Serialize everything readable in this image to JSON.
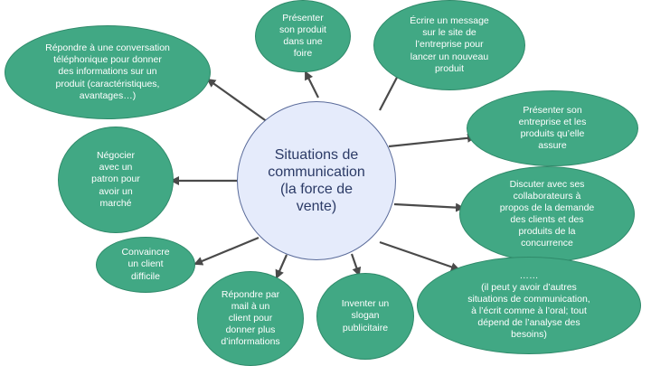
{
  "center": {
    "text": "Situations de\ncommunication\n(la force de\nvente)"
  },
  "nodes": [
    {
      "text": "Présenter\nson produit\ndans une\nfoire"
    },
    {
      "text": "Écrire un message\nsur le site de\nl’entreprise pour\nlancer un nouveau\nproduit"
    },
    {
      "text": "Répondre à une conversation\ntéléphonique pour donner\ndes informations sur un\nproduit (caractéristiques,\navantages…)"
    },
    {
      "text": "Présenter son\nentreprise et les\nproduits qu’elle\nassure"
    },
    {
      "text": "Négocier\navec un\npatron pour\navoir un\nmarché"
    },
    {
      "text": "Discuter avec ses\ncollaborateurs à\npropos de la demande\ndes clients et des\nproduits de la\nconcurrence"
    },
    {
      "text": "Convaincre\nun client\ndifficile"
    },
    {
      "text": "……\n(il peut y avoir d’autres\nsituations de communication,\nà l’écrit comme à l’oral; tout\ndépend de l’analyse des\nbesoins)"
    },
    {
      "text": "Répondre par\nmail à un\nclient pour\ndonner plus\nd’informations"
    },
    {
      "text": "Inventer un\nslogan\npublicitaire"
    }
  ],
  "colors": {
    "node_fill": "#41a884",
    "center_fill": "#e5ebfb",
    "arrow": "#4a4a4a"
  }
}
